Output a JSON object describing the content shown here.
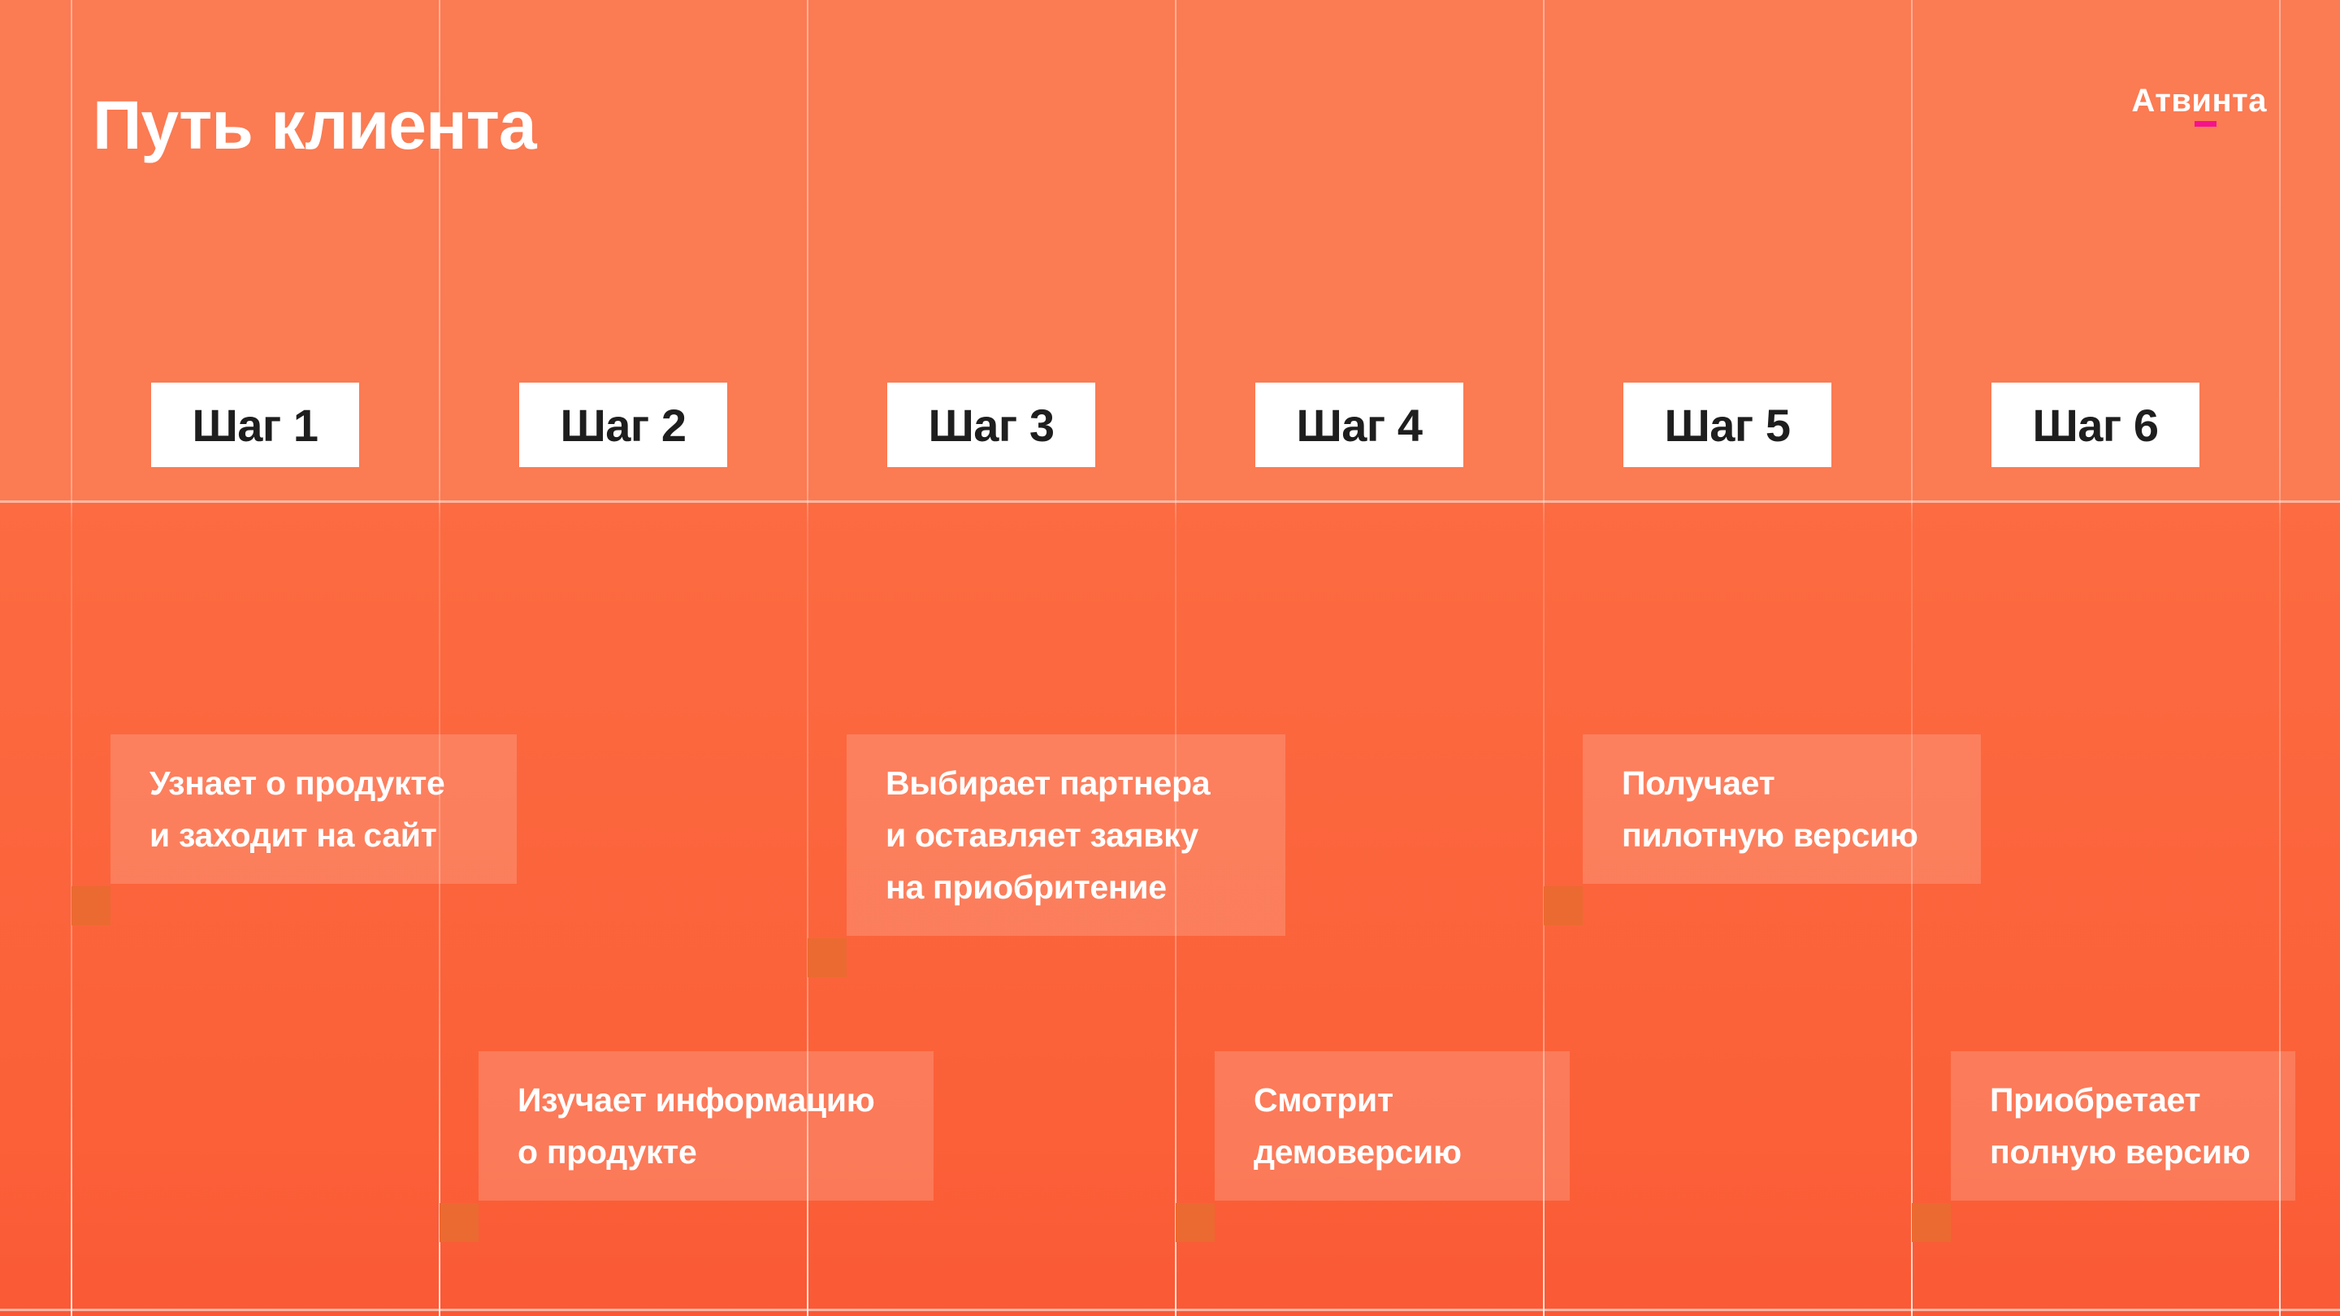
{
  "slide": {
    "title": "Путь клиента",
    "brand": "Атвинта",
    "steps": [
      {
        "label": "Шаг 1",
        "note": "Узнает о продукте\nи заходит на сайт"
      },
      {
        "label": "Шаг 2",
        "note": "Изучает информацию\nо продукте"
      },
      {
        "label": "Шаг 3",
        "note": "Выбирает партнера\nи оставляет заявку\nна приобритение"
      },
      {
        "label": "Шаг 4",
        "note": "Смотрит\nдемоверсию"
      },
      {
        "label": "Шаг 5",
        "note": "Получает\nпилотную версию"
      },
      {
        "label": "Шаг 6",
        "note": "Приобретает\nполную версию"
      }
    ],
    "colors": {
      "background_top": "#FB7B53",
      "background_bottom_start": "#FC6B42",
      "background_bottom_end": "#FA5936",
      "note_overlay": "rgba(255,255,255,0.17)",
      "step_box_bg": "#FFFFFF",
      "step_text": "#1E1E1E",
      "accent_square": "#EB6A31",
      "brand_accent_pink": "#F5128D",
      "text_white": "#FFFFFF"
    }
  }
}
